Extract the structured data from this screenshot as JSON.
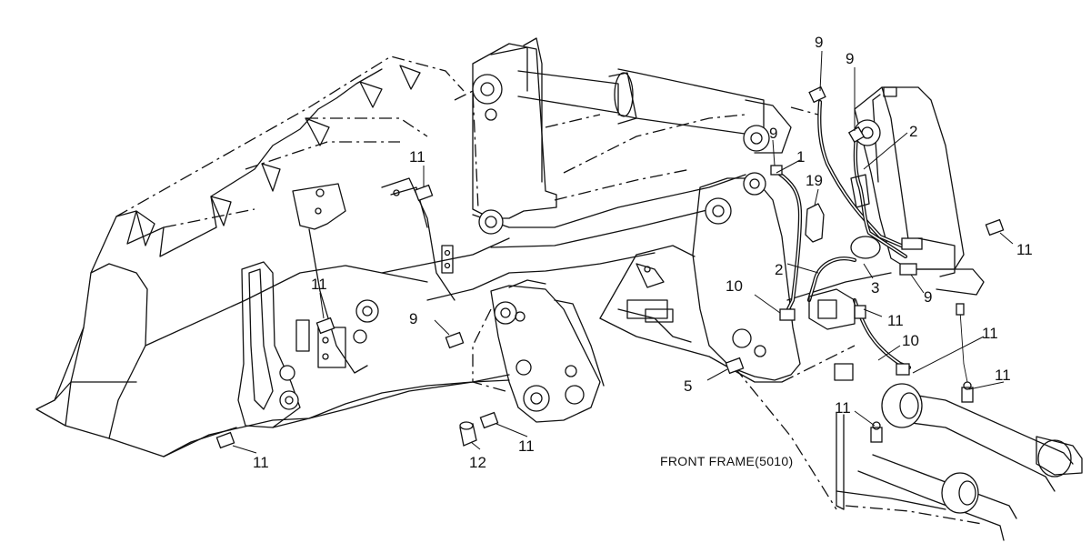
{
  "frame_label": "FRONT FRAME(5010)",
  "callouts": [
    {
      "id": "c-9a",
      "text": "9"
    },
    {
      "id": "c-9b",
      "text": "9"
    },
    {
      "id": "c-9c",
      "text": "9"
    },
    {
      "id": "c-2a",
      "text": "2"
    },
    {
      "id": "c-1",
      "text": "1"
    },
    {
      "id": "c-19",
      "text": "19"
    },
    {
      "id": "c-11a",
      "text": "11"
    },
    {
      "id": "c-11b",
      "text": "11"
    },
    {
      "id": "c-2b",
      "text": "2"
    },
    {
      "id": "c-3",
      "text": "3"
    },
    {
      "id": "c-9d",
      "text": "9"
    },
    {
      "id": "c-11c",
      "text": "11"
    },
    {
      "id": "c-10a",
      "text": "10"
    },
    {
      "id": "c-9e",
      "text": "9"
    },
    {
      "id": "c-11d",
      "text": "11"
    },
    {
      "id": "c-5",
      "text": "5"
    },
    {
      "id": "c-10b",
      "text": "10"
    },
    {
      "id": "c-11e",
      "text": "11"
    },
    {
      "id": "c-11f",
      "text": "11"
    },
    {
      "id": "c-11g",
      "text": "11"
    },
    {
      "id": "c-11h",
      "text": "11"
    },
    {
      "id": "c-11i",
      "text": "11"
    },
    {
      "id": "c-12",
      "text": "12"
    }
  ]
}
